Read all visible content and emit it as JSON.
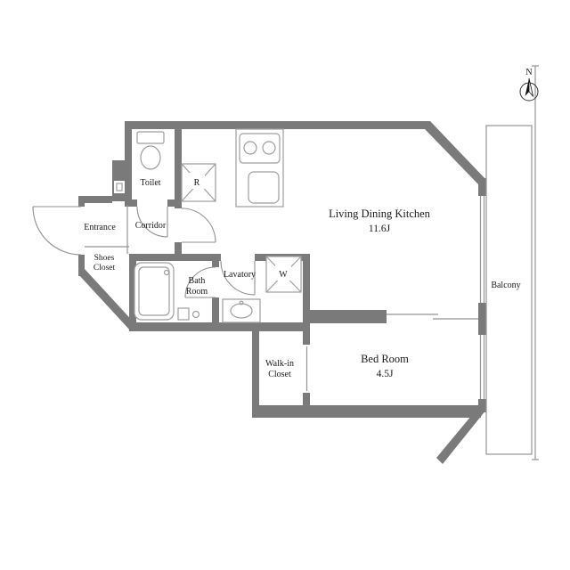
{
  "compass": {
    "label": "N"
  },
  "rooms": {
    "ldk": {
      "name": "Living Dining Kitchen",
      "size": "11.6J"
    },
    "bedroom": {
      "name": "Bed Room",
      "size": "4.5J"
    },
    "toilet": "Toilet",
    "entrance": "Entrance",
    "corridor": "Corridor",
    "shoes_closet": {
      "line1": "Shoes",
      "line2": "Closet"
    },
    "bath": {
      "line1": "Bath",
      "line2": "Room"
    },
    "lavatory": "Lavatory",
    "walkin_closet": {
      "line1": "Walk-in",
      "line2": "Closet"
    },
    "balcony": "Balcony",
    "fridge_label": "R",
    "washer_label": "W"
  },
  "colors": {
    "wall": "#7a7a7a",
    "fixture_line": "#9e9e9e",
    "text": "#1a1a1a"
  }
}
